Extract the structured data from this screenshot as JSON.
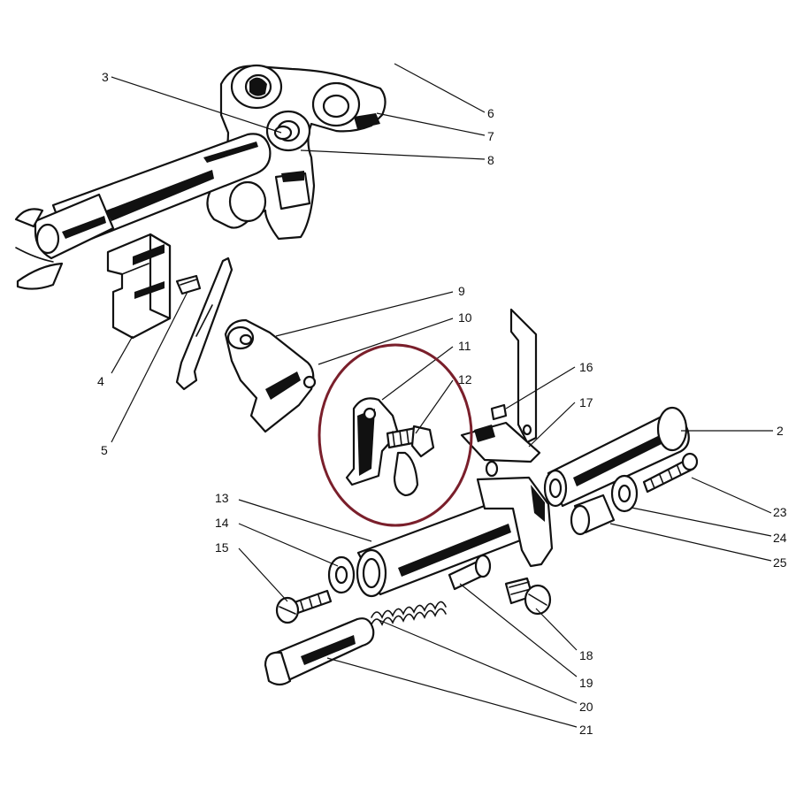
{
  "callouts": [
    {
      "id": "3",
      "text": "3"
    },
    {
      "id": "4",
      "text": "4"
    },
    {
      "id": "5",
      "text": "5"
    },
    {
      "id": "6",
      "text": "6"
    },
    {
      "id": "7",
      "text": "7"
    },
    {
      "id": "8",
      "text": "8"
    },
    {
      "id": "9",
      "text": "9"
    },
    {
      "id": "10",
      "text": "10"
    },
    {
      "id": "11",
      "text": "11"
    },
    {
      "id": "12",
      "text": "12"
    },
    {
      "id": "13",
      "text": "13"
    },
    {
      "id": "14",
      "text": "14"
    },
    {
      "id": "15",
      "text": "15"
    },
    {
      "id": "16",
      "text": "16"
    },
    {
      "id": "17",
      "text": "17"
    },
    {
      "id": "18",
      "text": "18"
    },
    {
      "id": "19",
      "text": "19"
    },
    {
      "id": "20",
      "text": "20"
    },
    {
      "id": "21",
      "text": "21"
    },
    {
      "id": "22",
      "text": "2"
    },
    {
      "id": "23",
      "text": "23"
    },
    {
      "id": "24",
      "text": "24"
    },
    {
      "id": "25",
      "text": "25"
    }
  ],
  "highlight": {
    "color": "#7a1f2b",
    "target_callouts": [
      "11",
      "12"
    ]
  }
}
